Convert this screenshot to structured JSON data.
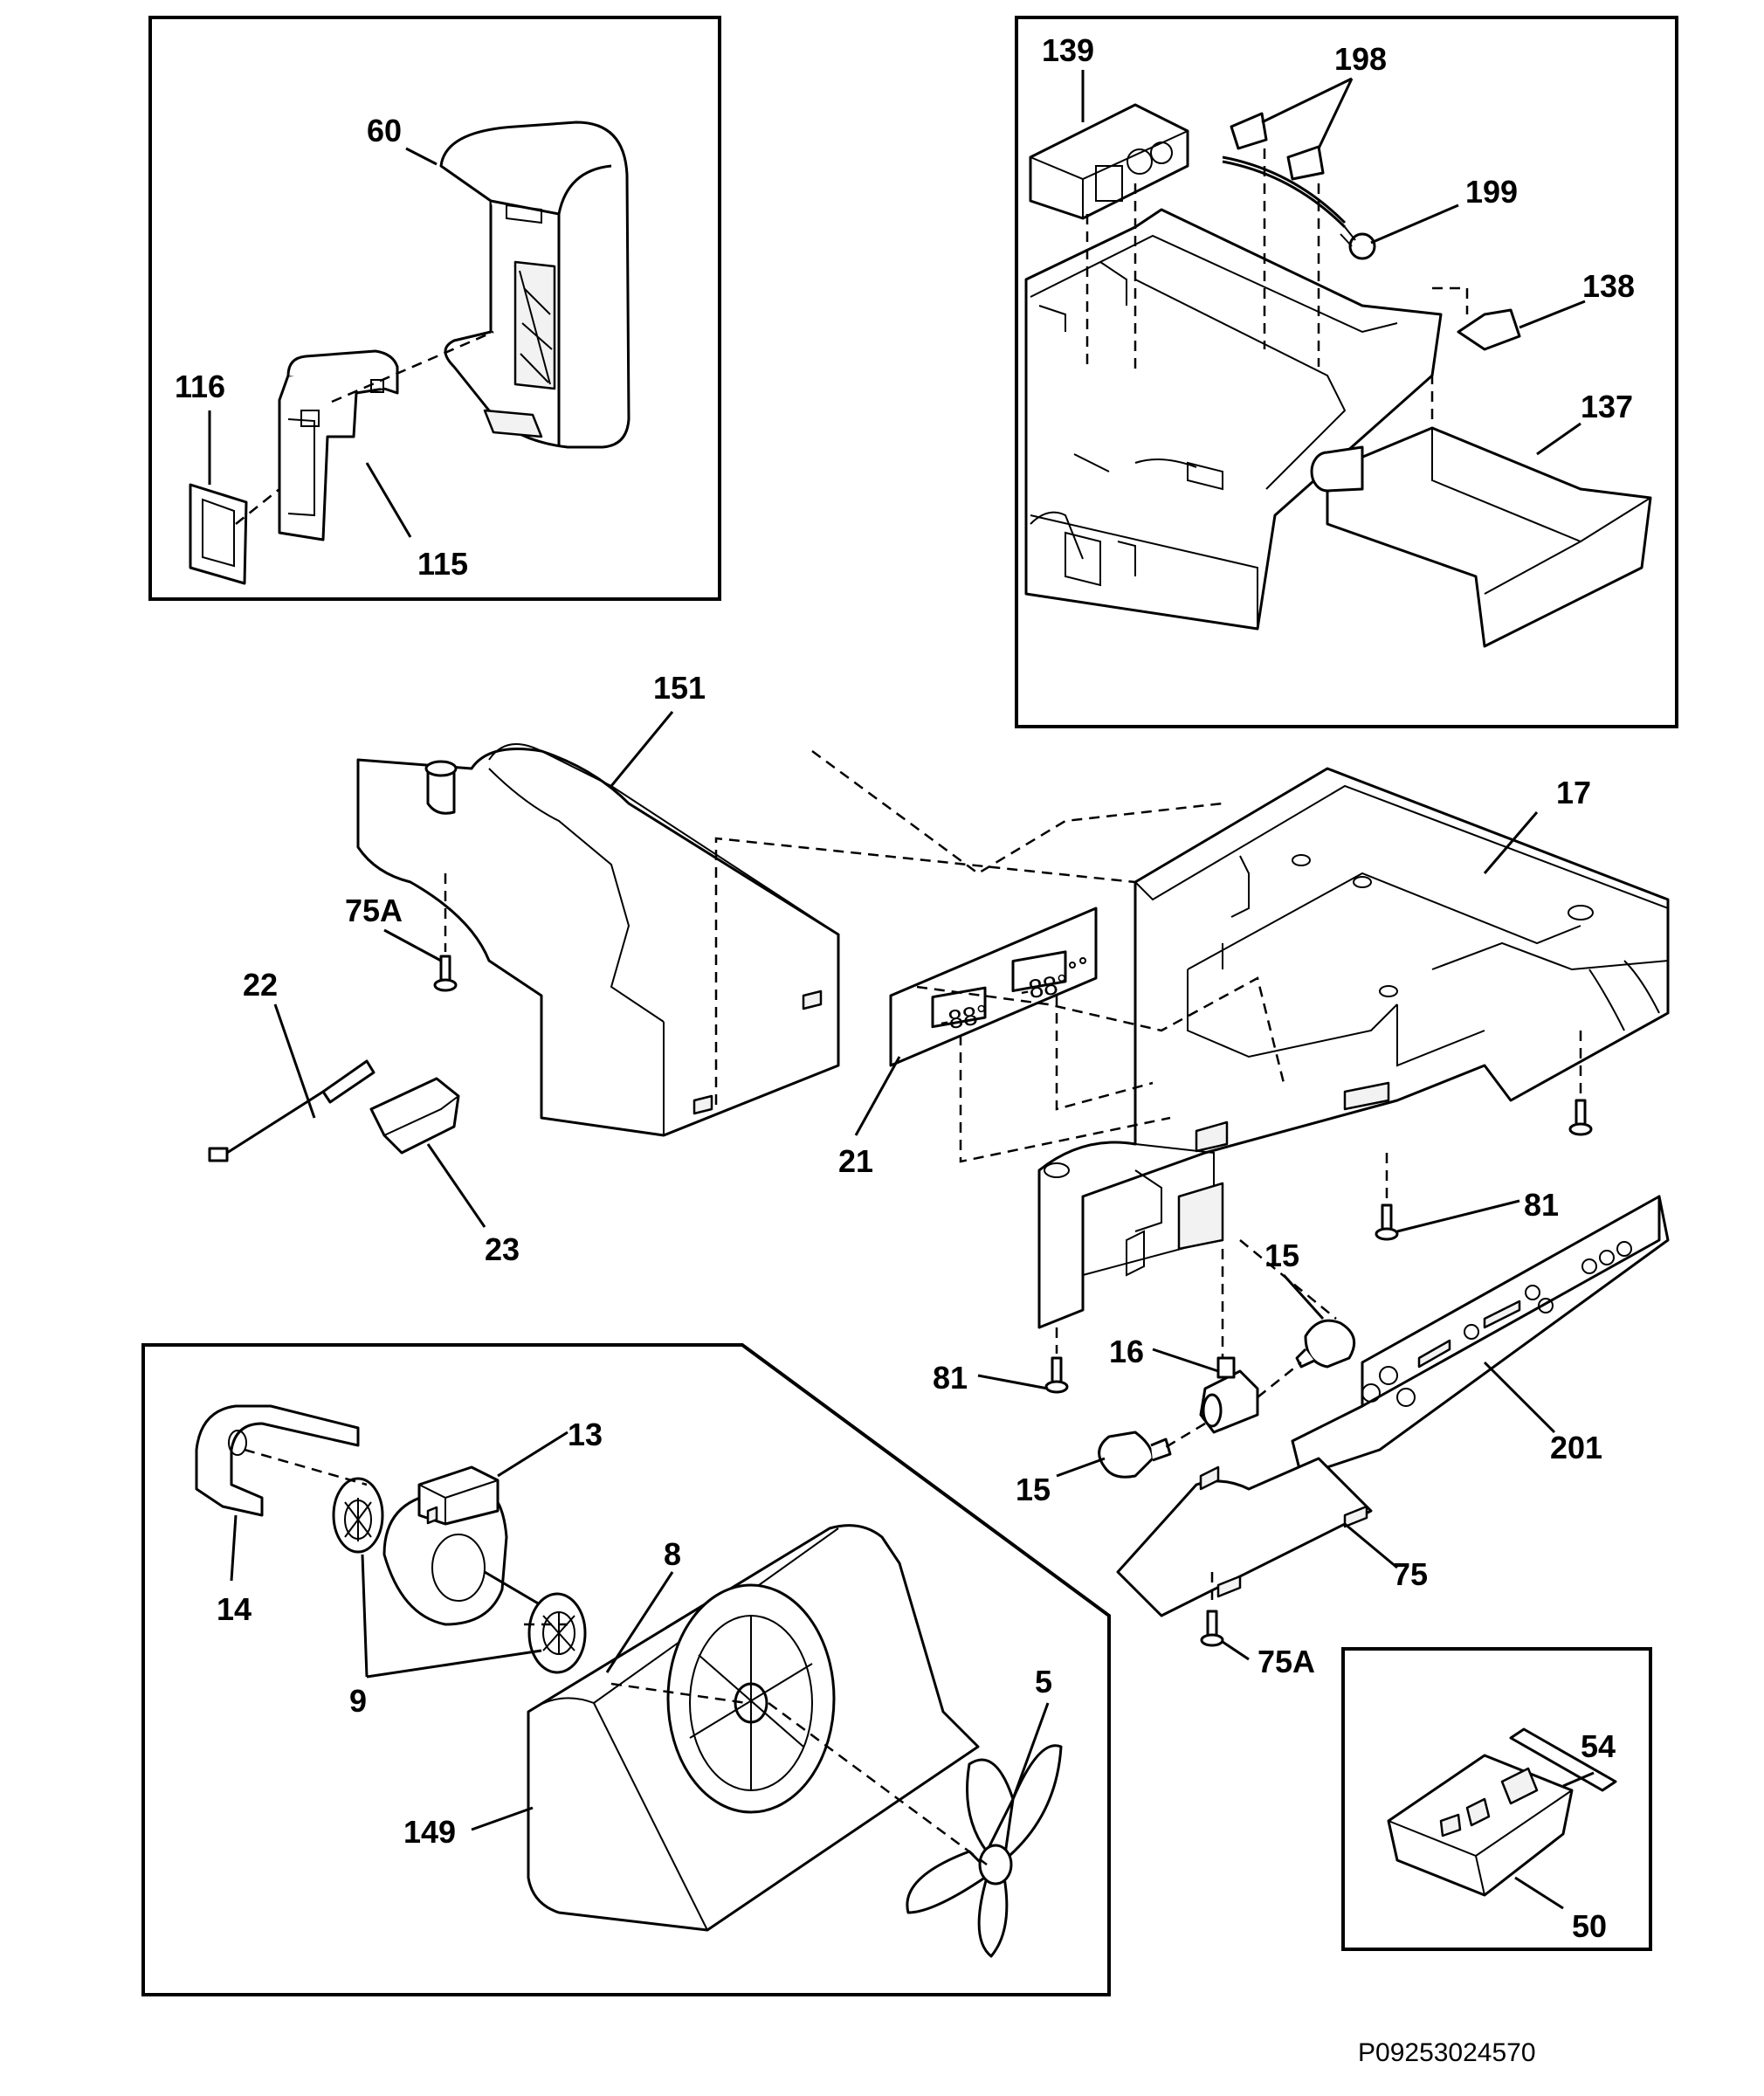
{
  "diagram": {
    "code": "P09253024570",
    "labels": [
      {
        "id": "60",
        "text": "60"
      },
      {
        "id": "116",
        "text": "116"
      },
      {
        "id": "115",
        "text": "115"
      },
      {
        "id": "139",
        "text": "139"
      },
      {
        "id": "198",
        "text": "198"
      },
      {
        "id": "199",
        "text": "199"
      },
      {
        "id": "138",
        "text": "138"
      },
      {
        "id": "137",
        "text": "137"
      },
      {
        "id": "151",
        "text": "151"
      },
      {
        "id": "17",
        "text": "17"
      },
      {
        "id": "75A_top",
        "text": "75A"
      },
      {
        "id": "22",
        "text": "22"
      },
      {
        "id": "23",
        "text": "23"
      },
      {
        "id": "21",
        "text": "21"
      },
      {
        "id": "81_right",
        "text": "81"
      },
      {
        "id": "15_top",
        "text": "15"
      },
      {
        "id": "16",
        "text": "16"
      },
      {
        "id": "81_left",
        "text": "81"
      },
      {
        "id": "201",
        "text": "201"
      },
      {
        "id": "15_bottom",
        "text": "15"
      },
      {
        "id": "75",
        "text": "75"
      },
      {
        "id": "75A_bottom",
        "text": "75A"
      },
      {
        "id": "13",
        "text": "13"
      },
      {
        "id": "14",
        "text": "14"
      },
      {
        "id": "8",
        "text": "8"
      },
      {
        "id": "9",
        "text": "9"
      },
      {
        "id": "5",
        "text": "5"
      },
      {
        "id": "149",
        "text": "149"
      },
      {
        "id": "54",
        "text": "54"
      },
      {
        "id": "50",
        "text": "50"
      }
    ],
    "display_text": "-88°"
  }
}
